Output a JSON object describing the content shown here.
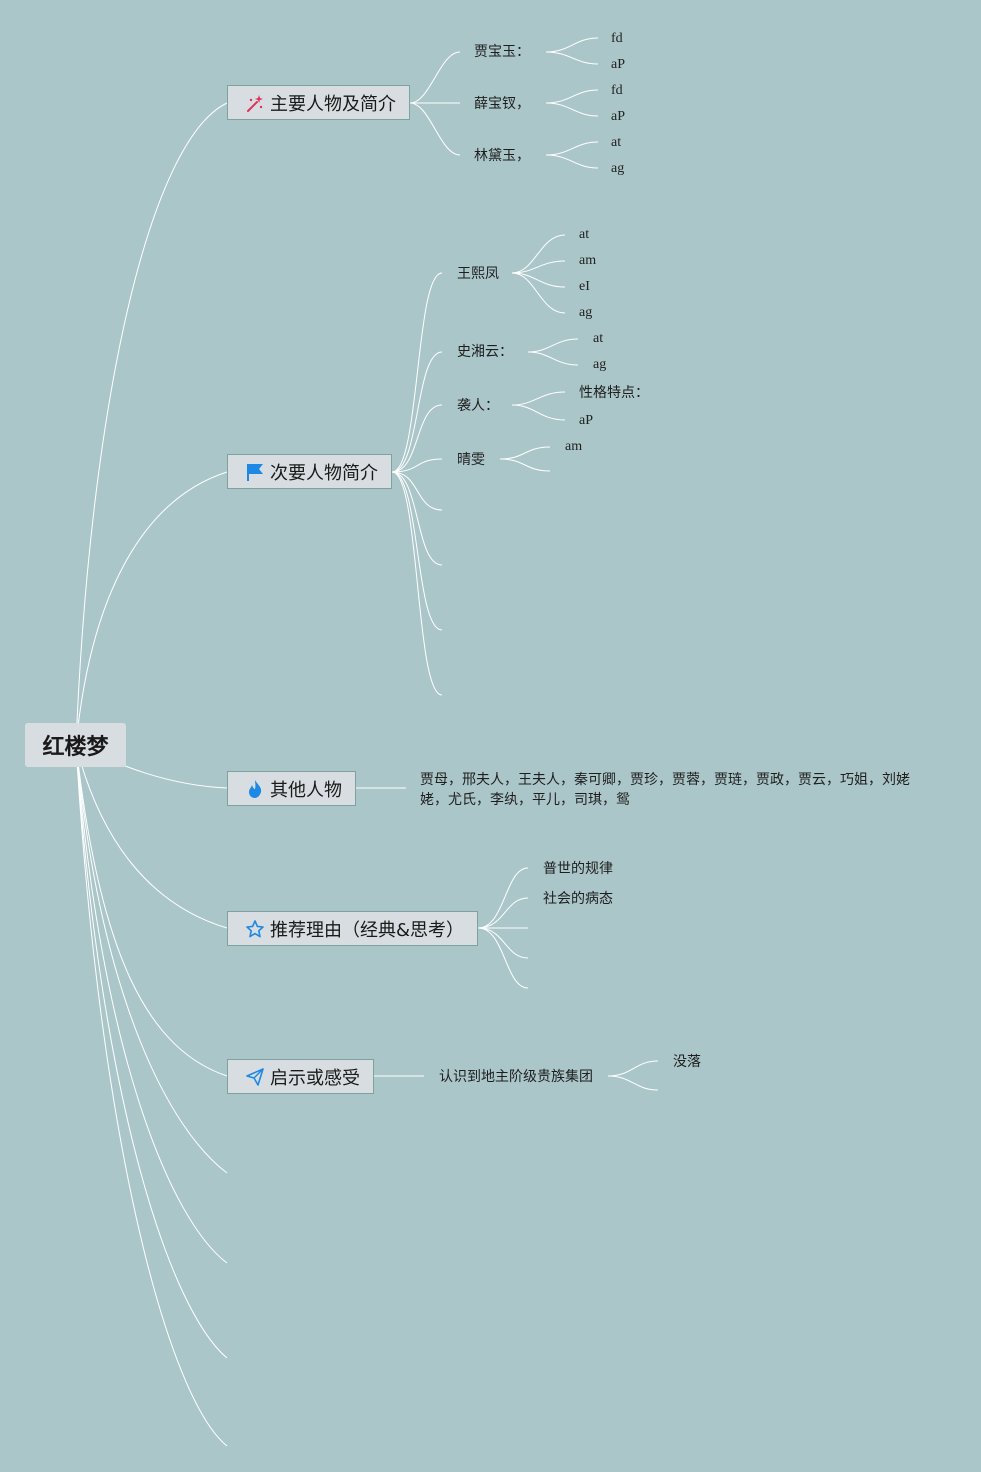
{
  "root": "红楼梦",
  "topics": {
    "main_chars": "主要人物及简介",
    "minor_chars": "次要人物简介",
    "other_chars": "其他人物",
    "reasons": "推荐理由（经典&思考）",
    "insights": "启示或感受"
  },
  "main_chars": [
    {
      "name": "贾宝玉：",
      "leaves": [
        "fd",
        "aP"
      ]
    },
    {
      "name": "薛宝钗，",
      "leaves": [
        "fd",
        "aP"
      ]
    },
    {
      "name": "林黛玉，",
      "leaves": [
        "at",
        "ag"
      ]
    }
  ],
  "minor_chars": [
    {
      "name": "王熙凤",
      "leaves": [
        "at",
        "am",
        "eI",
        "ag"
      ]
    },
    {
      "name": "史湘云：",
      "leaves": [
        "at",
        "ag"
      ]
    },
    {
      "name": "袭人：",
      "leaves": [
        "性格特点：",
        "aP"
      ]
    },
    {
      "name": "晴雯",
      "leaves": [
        "am"
      ]
    }
  ],
  "other_chars_text": "贾母，邢夫人，王夫人，秦可卿，贾珍，贾蓉，贾琏，贾政，贾云，巧姐，刘姥姥，尤氏，李纨，平儿，司琪，鸳",
  "reasons": [
    "普世的规律",
    "社会的病态"
  ],
  "insights": {
    "item": "认识到地主阶级贵族集团",
    "leaves": [
      "没落"
    ]
  },
  "icons": {
    "main_chars": "magic-wand-icon",
    "minor_chars": "flag-icon",
    "other_chars": "flame-icon",
    "reasons": "star-icon",
    "insights": "paper-plane-icon"
  },
  "colors": {
    "background": "#abc6c9",
    "node": "#d7dde0",
    "border": "#7ea39f",
    "line": "#ffffff"
  }
}
